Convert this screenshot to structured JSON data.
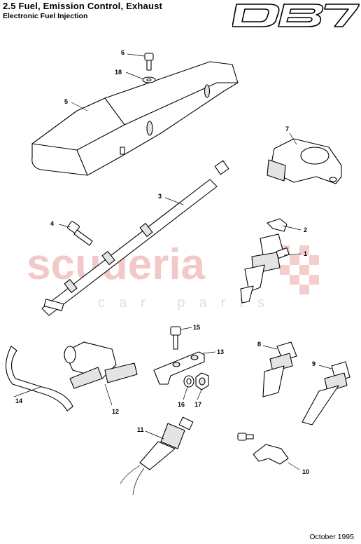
{
  "header": {
    "title": "2.5 Fuel, Emission Control, Exhaust",
    "subtitle": "Electronic Fuel Injection",
    "logo_text": "DB7"
  },
  "watermark": {
    "main": "scuderia",
    "sub": "car parts"
  },
  "footer": {
    "date": "October 1995"
  },
  "callouts": {
    "c1": "1",
    "c2": "2",
    "c3": "3",
    "c4": "4",
    "c5": "5",
    "c6": "6",
    "c7": "7",
    "c8": "8",
    "c9": "9",
    "c10": "10",
    "c11": "11",
    "c12": "12",
    "c13": "13",
    "c14": "14",
    "c15": "15",
    "c16": "16",
    "c17": "17",
    "c18": "18"
  },
  "colors": {
    "watermark": "#f3c8c8",
    "line": "#000000"
  }
}
